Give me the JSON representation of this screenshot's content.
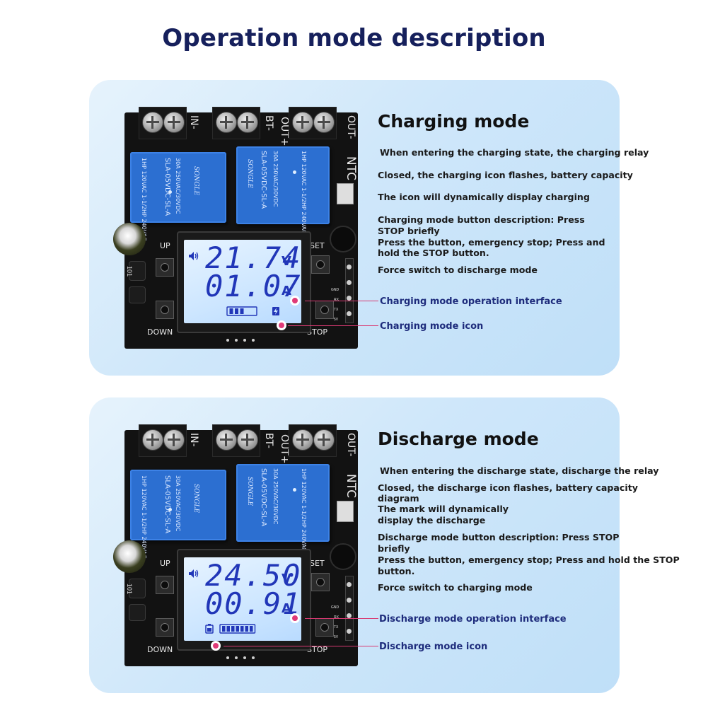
{
  "page": {
    "title": "Operation mode description"
  },
  "colors": {
    "title": "#16205c",
    "callout": "#1e2c7c",
    "leader": "#e03b78",
    "lcd_digits": "#2136b8",
    "relay": "#2c6fd1"
  },
  "charging": {
    "title": "Charging mode",
    "lines": [
      "When entering the charging state, the charging relay",
      "Closed, the charging icon flashes, battery capacity",
      "The icon will dynamically display charging",
      "Charging mode button description: Press",
      "STOP briefly",
      "Press the button, emergency stop; Press and",
      "hold the STOP button.",
      "Force switch to discharge mode"
    ],
    "callout_interface": "Charging mode operation interface",
    "callout_icon": "Charging mode icon",
    "lcd": {
      "voltage": "21.74",
      "voltage_unit": "V",
      "current": "01.07",
      "current_unit": "A",
      "battery_level": 0.6
    }
  },
  "discharge": {
    "title": "Discharge mode",
    "lines": [
      "When entering the discharge state, discharge the relay",
      "Closed, the discharge icon flashes, battery capacity",
      "diagram",
      "The mark will dynamically",
      "display the discharge",
      "Discharge mode button description: Press STOP",
      "briefly",
      "Press the button, emergency stop; Press and hold the STOP",
      "button.",
      "Force switch to charging mode"
    ],
    "callout_interface": "Discharge mode operation interface",
    "callout_icon": "Discharge mode icon",
    "lcd": {
      "voltage": "24.50",
      "voltage_unit": "V",
      "current": "00.91",
      "current_unit": "A",
      "battery_level": 1.0
    }
  },
  "board": {
    "label_in_neg": "IN-",
    "label_bt_neg": "BT-",
    "label_out_pos": "OUT+",
    "label_out_neg": "OUT-",
    "label_ntc": "NTC",
    "label_up": "UP",
    "label_down": "DOWN",
    "label_set": "SET",
    "label_stop": "STOP",
    "relay_brand": "SONGLE",
    "relay_model_1": "SLA-05VDC-SL-A",
    "relay_spec": "30A 250VAC/30VDC",
    "relay_spec_2": "1HP 120VAC 1-1/2HP 240VAC",
    "inductor_mark": "101",
    "io_labels": [
      "GND",
      "RX",
      "TX",
      "5V"
    ]
  }
}
